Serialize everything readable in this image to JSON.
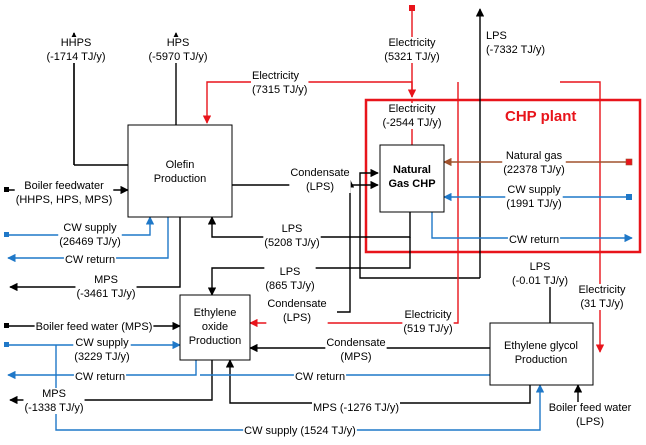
{
  "title": "CHP plant",
  "units": {
    "olefin": "Olefin|Production",
    "chp": "Natural|Gas CHP",
    "eo": "Ethylene|oxide|Production",
    "eg": "Ethylene glycol|Production"
  },
  "flows": {
    "hhps": "HHPS|(-1714 TJ/y)",
    "hps": "HPS|(-5970 TJ/y)",
    "elec_top": "Electricity|(5321 TJ/y)",
    "lps_top": "LPS|(-7332 TJ/y)",
    "elec_olefin": "Electricity|(7315 TJ/y)",
    "elec_chp": "Electricity|(-2544 TJ/y)",
    "boiler_olefin": "Boiler feedwater|(HHPS, HPS, MPS)",
    "condensate_lps": "Condensate|(LPS)",
    "natural_gas": "Natural gas|(22378 TJ/y)",
    "cw_supply_chp": "CW supply|(1991 TJ/y)",
    "cw_supply_olefin": "CW supply|(26469 TJ/y)",
    "cw_return_olefin": "CW return",
    "lps_5208": "LPS|(5208 TJ/y)",
    "cw_return_chp": "CW return",
    "mps_3461": "MPS|(-3461 TJ/y)",
    "lps_865": "LPS|(865 TJ/y)",
    "lps_001": "LPS|(-0.01 TJ/y)",
    "elec_31": "Electricity|(31 TJ/y)",
    "condensate_eo": "Condensate|(LPS)",
    "boiler_eo": "Boiler feed water (MPS)",
    "elec_519": "Electricity|(519 TJ/y)",
    "cw_supply_eo": "CW supply|(3229 TJ/y)",
    "condensate_mps": "Condensate|(MPS)",
    "cw_return_eo": "CW return",
    "cw_return_eg": "CW return",
    "mps_1338": "MPS|(-1338 TJ/y)",
    "mps_1276": "MPS (-1276 TJ/y)",
    "boiler_eg": "Boiler feed water|(LPS)",
    "cw_supply_1524": "CW supply (1524 TJ/y)"
  },
  "colors": {
    "steam": "#000000",
    "electricity": "#e8141b",
    "cooling_water": "#1f78c8",
    "natural_gas": "#a0522d"
  }
}
